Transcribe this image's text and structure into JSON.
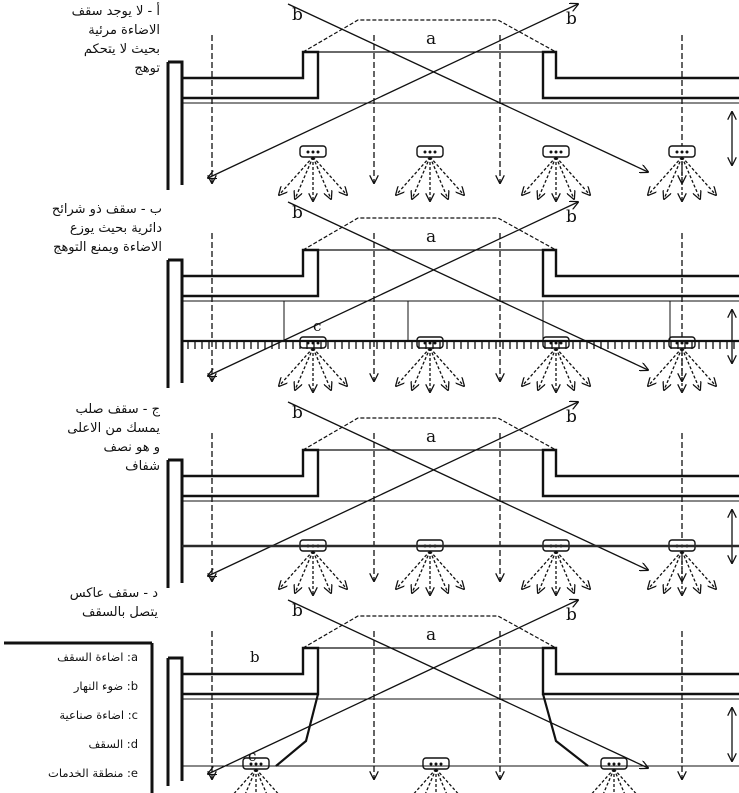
{
  "captions": [
    "أ - لا يوجد سقف\nالاضاءة مرئية\nبحيث لا يتحكم\nتوهج",
    "ب - سقف ذو شرائح\nدائرية بحيث يوزع\nالاضاءة ويمنع التوهج",
    "ج - سقف صلب\nيمسك من الاعلى\nو هو نصف\nشفاف",
    "د - سقف عاكس\nيتصل بالسقف"
  ],
  "labels": {
    "a": "a",
    "b": "b",
    "c": "c"
  },
  "legend": [
    "a: اضاءة السقف",
    "b: ضوء النهار",
    "c: اضاءة صناعية",
    "d: السقف",
    "e: منطقة الخدمات"
  ]
}
